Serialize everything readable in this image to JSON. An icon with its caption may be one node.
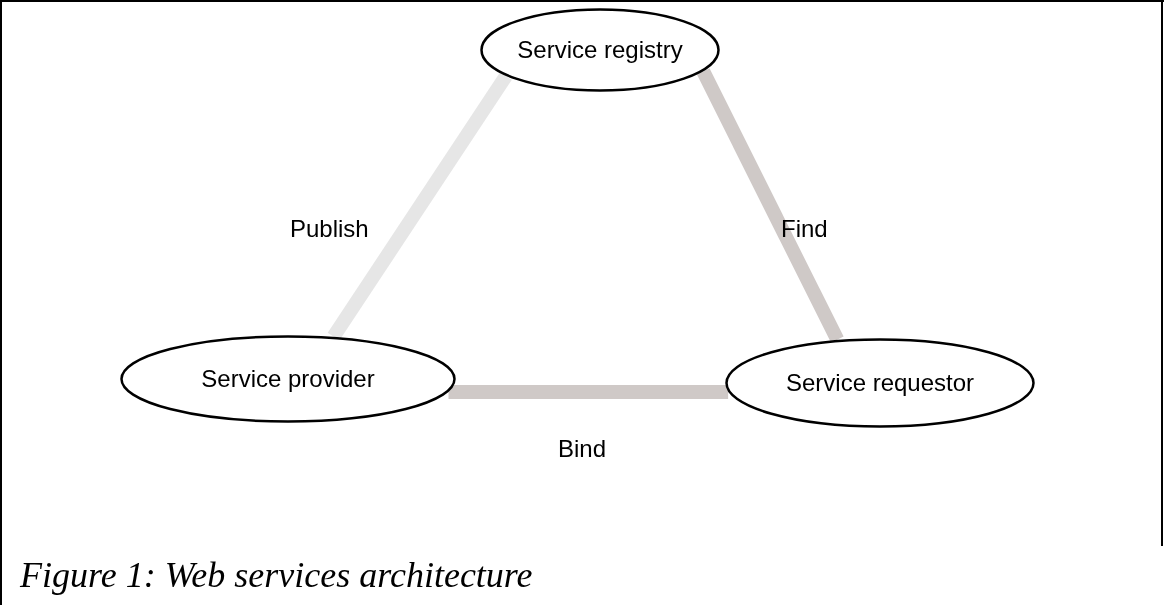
{
  "diagram": {
    "caption": "Figure 1: Web services architecture",
    "nodes": [
      {
        "text": [
          "Service registry"
        ]
      },
      {
        "text": [
          "Service provider"
        ]
      },
      {
        "text": [
          "Service requestor"
        ]
      }
    ],
    "edges": [
      {
        "from": 1,
        "to": 0,
        "arrow": "none",
        "label": "Publish",
        "color": "#e6e6e6"
      },
      {
        "from": 0,
        "to": 2,
        "arrow": "none",
        "label": "Find"
      },
      {
        "from": 1,
        "to": 2,
        "arrow": "none",
        "label": "Bind"
      }
    ]
  }
}
